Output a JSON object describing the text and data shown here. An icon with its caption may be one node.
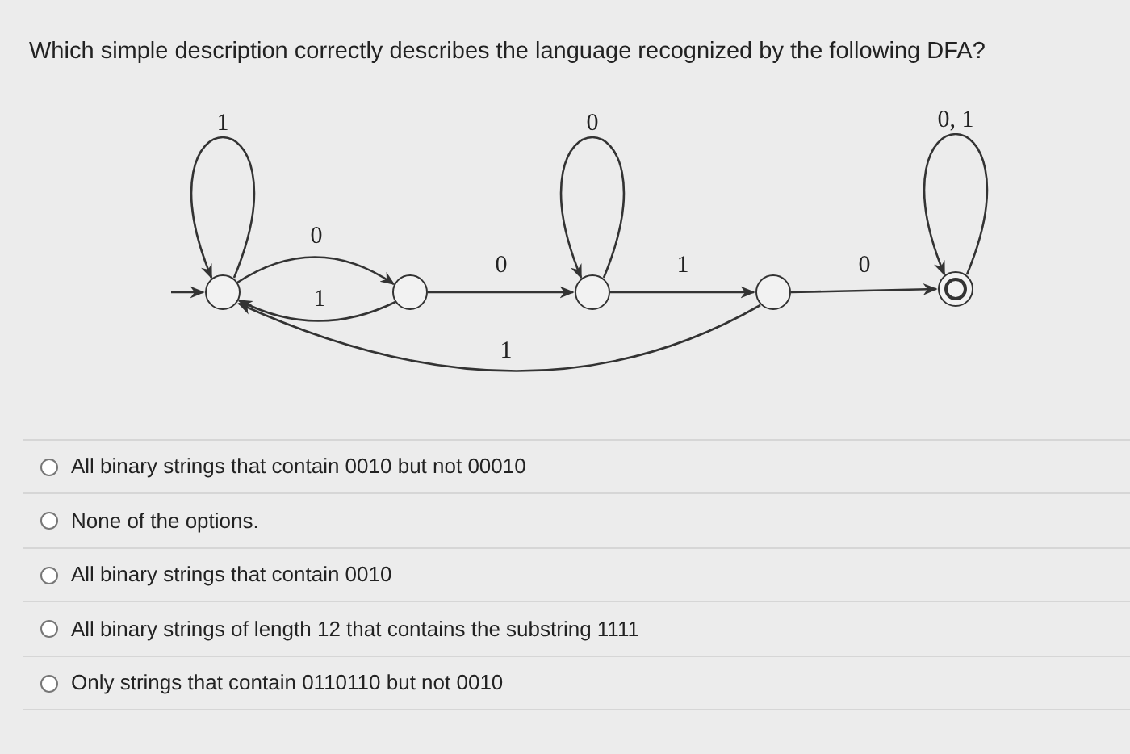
{
  "diagram": {
    "title": "Which simple description correctly describes the language recognized by the following DFA?",
    "nodes": [
      {
        "text": [],
        "shape": "circle"
      },
      {
        "text": [],
        "shape": "circle"
      },
      {
        "text": [],
        "shape": "circle"
      },
      {
        "text": [],
        "shape": "circle"
      },
      {
        "text": [],
        "shape": "circle"
      }
    ],
    "edges": [
      {
        "from": null,
        "to": 0,
        "arrow": "to"
      },
      {
        "from": 0,
        "to": 0,
        "label": "1",
        "arrow": "to"
      },
      {
        "from": 0,
        "to": 1,
        "label": "0",
        "arrow": "to"
      },
      {
        "from": 1,
        "to": 0,
        "label": "1",
        "arrow": "to"
      },
      {
        "from": 1,
        "to": 2,
        "label": "0",
        "arrow": "to"
      },
      {
        "from": 2,
        "to": 2,
        "label": "0",
        "arrow": "to"
      },
      {
        "from": 2,
        "to": 3,
        "label": "1",
        "arrow": "to"
      },
      {
        "from": 3,
        "to": 0,
        "label": "1",
        "arrow": "to"
      },
      {
        "from": 3,
        "to": 4,
        "label": "0",
        "arrow": "to"
      },
      {
        "from": 4,
        "to": 4,
        "label": "0, 1",
        "arrow": "to"
      }
    ],
    "labels": [
      "All binary strings that contain 0010 but not 00010",
      "None of the options.",
      "All binary strings that contain 0010",
      "All binary strings of length 12 that contains the substring 1111",
      "Only strings that contain 0110110 but not 0010"
    ]
  }
}
